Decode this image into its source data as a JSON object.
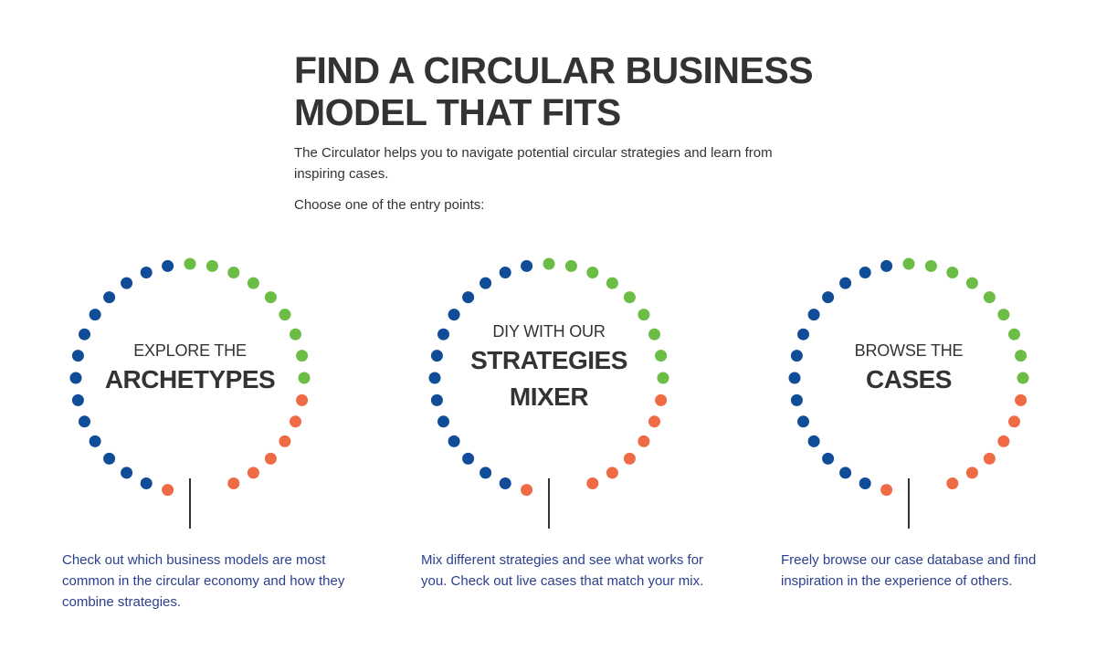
{
  "header": {
    "title_line1": "FIND A CIRCULAR BUSINESS",
    "title_line2": "MODEL THAT FITS",
    "intro": "The Circulator helps you to navigate potential circular strategies and learn from inspiring cases.",
    "choose": "Choose one of the entry points:"
  },
  "colors": {
    "blue": "#104c97",
    "green": "#6cbd45",
    "orange": "#ef6b45",
    "line": "#333333",
    "desc_text": "#2a3f8f"
  },
  "entries": [
    {
      "line1": "EXPLORE THE",
      "line2": "ARCHETYPES",
      "line3": "",
      "description": "Check out which business models are most common in the circular economy and how they combine strategies."
    },
    {
      "line1": "DIY WITH OUR",
      "line2": "STRATEGIES",
      "line3": "MIXER",
      "description": "Mix different strategies and see what works for you. Check out live cases that match your mix."
    },
    {
      "line1": "BROWSE THE",
      "line2": "CASES",
      "line3": "",
      "description": "Freely browse our case database and find inspiration in the experience of others."
    }
  ]
}
